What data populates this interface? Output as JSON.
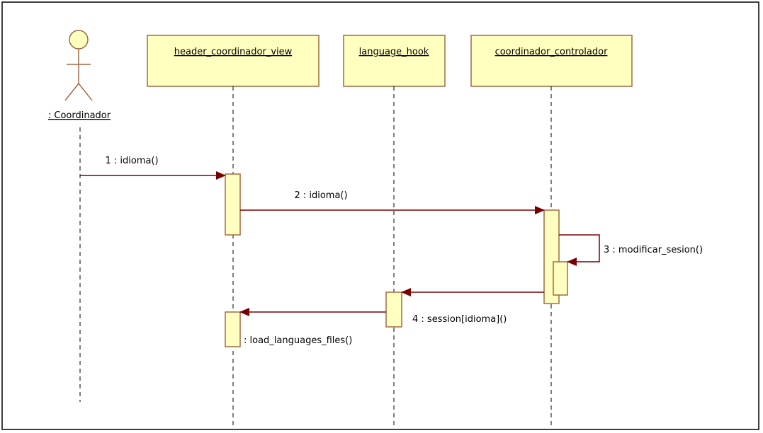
{
  "actor": {
    "name": ": Coordinador"
  },
  "lifelines": [
    {
      "id": "header",
      "name": "header_coordinador_view"
    },
    {
      "id": "hook",
      "name": "language_hook"
    },
    {
      "id": "ctrl",
      "name": "coordinador_controlador"
    }
  ],
  "messages": [
    {
      "id": "m1",
      "label": "1 : idioma()"
    },
    {
      "id": "m2",
      "label": "2 : idioma()"
    },
    {
      "id": "m3",
      "label": "3 : modificar_sesion()"
    },
    {
      "id": "m4",
      "label": "4 : session[idioma]()"
    },
    {
      "id": "m5",
      "label": ": load_languages_files()"
    }
  ],
  "colors": {
    "box_fill": "#ffffc0",
    "box_stroke": "#a06a44",
    "arrow": "#7a0000",
    "frame": "#000000"
  }
}
